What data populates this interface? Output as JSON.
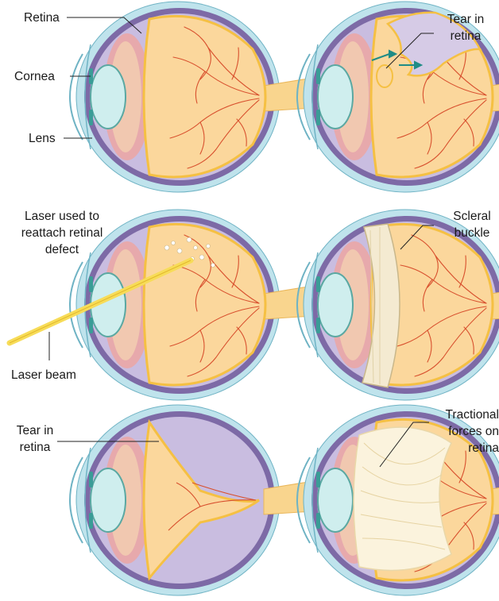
{
  "colors": {
    "conjunctiva": "#bfe3ec",
    "sclera": "#7d6aa6",
    "choroid": "#c9bde0",
    "retina_fill": "#fbd79c",
    "retina_edge": "#f5c043",
    "vessel": "#d8502e",
    "iris": "#e7a9ac",
    "lens": "#cfeeee",
    "lens_edge": "#5aa8a2",
    "nerve": "#f9d58e",
    "vitreous_detached": "#d6cbe6",
    "laser": "#f7dc58",
    "buckle": "#f4ead1",
    "leader": "#222222",
    "arrow": "#1f8c86"
  },
  "panels": [
    {
      "id": "normal",
      "labels": {
        "retina": "Retina",
        "cornea": "Cornea",
        "lens": "Lens"
      }
    },
    {
      "id": "tear",
      "labels": {
        "tear_line1": "Tear in",
        "tear_line2": "retina"
      }
    },
    {
      "id": "laser",
      "labels": {
        "laser_line1": "Laser used to",
        "laser_line2": "reattach retinal",
        "laser_line3": "defect",
        "beam": "Laser beam"
      }
    },
    {
      "id": "buckle",
      "labels": {
        "buckle_line1": "Scleral",
        "buckle_line2": "buckle"
      }
    },
    {
      "id": "detached",
      "labels": {
        "tear_line1": "Tear in",
        "tear_line2": "retina"
      }
    },
    {
      "id": "traction",
      "labels": {
        "traction_line1": "Tractional",
        "traction_line2": "forces on",
        "traction_line3": "retina"
      }
    }
  ]
}
